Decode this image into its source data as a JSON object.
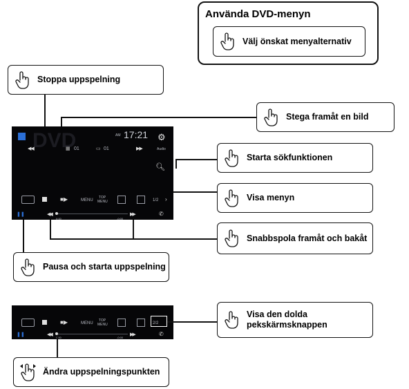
{
  "dvd_menu": {
    "title": "Använda DVD-menyn",
    "select_label": "Välj önskat menyalternativ"
  },
  "callouts": {
    "stop": "Stoppa uppspelning",
    "step_forward": "Stega framåt en bild",
    "search": "Starta sökfunktionen",
    "show_menu": "Visa menyn",
    "fast_rewind_forward": "Snabbspola framåt och bakåt",
    "pause_play": "Pausa och starta uppspelning",
    "show_hidden": "Visa den dolda pekskärmsknappen",
    "change_point": "Ändra uppspelningspunkten"
  },
  "screen1": {
    "clock": "17:21",
    "clock_prefix": "AM",
    "title_num": "01",
    "chapter_num": "01",
    "menu_label": "MENU",
    "top_menu_label": "TOP MENU",
    "page_label": "1/2",
    "time_start": "0:00",
    "time_end": "-0:00",
    "audio_label": "Audio",
    "icons": [
      "camera-icon",
      "stop-icon",
      "step-icon",
      "menu-button",
      "top-menu-button",
      "rotate-icon",
      "angle-icon",
      "page-next-icon",
      "pause-icon",
      "rewind-icon",
      "forward-icon",
      "phone-icon",
      "settings-icon",
      "search-icon"
    ]
  },
  "screen2": {
    "menu_label": "MENU",
    "top_menu_label": "TOP MENU",
    "page_label": "2/2",
    "time_start": "0:00",
    "time_end": "-0:00"
  },
  "colors": {
    "screen_bg": "#060608",
    "accent_blue": "#2b6fd6",
    "line": "#111111"
  }
}
